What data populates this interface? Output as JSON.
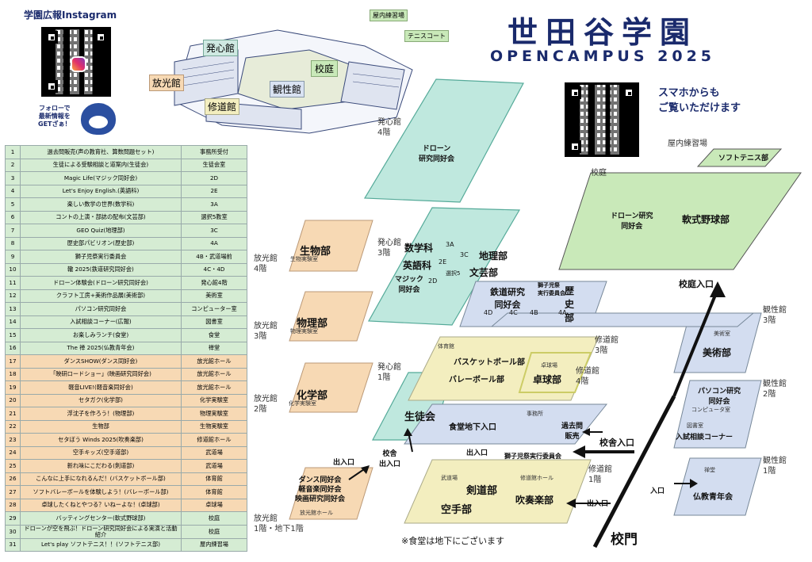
{
  "header": {
    "title": "世田谷学園",
    "subtitle": "OPENCAMPUS 2025",
    "instagram_label": "学園広報Instagram",
    "follow_text_1": "フォローで",
    "follow_text_2": "最新情報を",
    "follow_text_3": "GETざぁ！",
    "phone_text_1": "スマホからも",
    "phone_text_2": "ご覧いただけます"
  },
  "events": [
    {
      "no": "1",
      "name": "過去問販売(声の教育社、算数問題セット)",
      "place": "事務所受付"
    },
    {
      "no": "2",
      "name": "生徒による受験相談と道案内(生徒会)",
      "place": "生徒会室"
    },
    {
      "no": "3",
      "name": "Magic Life(マジック同好会)",
      "place": "2D"
    },
    {
      "no": "4",
      "name": "Let's Enjoy English.(英語科)",
      "place": "2E"
    },
    {
      "no": "5",
      "name": "楽しい数学の世界(数学科)",
      "place": "3A"
    },
    {
      "no": "6",
      "name": "コントの上演・部誌の配布(文芸部)",
      "place": "選択5教室"
    },
    {
      "no": "7",
      "name": "GEO Quiz(地理部)",
      "place": "3C"
    },
    {
      "no": "8",
      "name": "歴史部パビリオン(歴史部)",
      "place": "4A"
    },
    {
      "no": "9",
      "name": "獅子児祭実行委員会",
      "place": "4B・武道場前"
    },
    {
      "no": "10",
      "name": "轍 2025(鉄道研究同好会)",
      "place": "4C・4D"
    },
    {
      "no": "11",
      "name": "ドローン体験会(ドローン研究同好会)",
      "place": "発心館4階"
    },
    {
      "no": "12",
      "name": "クラフト工房+美術作品展(美術部)",
      "place": "美術室"
    },
    {
      "no": "13",
      "name": "パソコン研究同好会",
      "place": "コンピューター室"
    },
    {
      "no": "14",
      "name": "入試相談コーナー(広報)",
      "place": "図書室"
    },
    {
      "no": "15",
      "name": "お楽しみランチ(食堂)",
      "place": "食堂"
    },
    {
      "no": "16",
      "name": "The 禅 2025(仏教青年会)",
      "place": "禅堂"
    },
    {
      "no": "17",
      "name": "ダンスSHOW(ダンス同好会)",
      "place": "放光館ホール"
    },
    {
      "no": "18",
      "name": "「映研ロードショー」(映画研究同好会)",
      "place": "放光館ホール"
    },
    {
      "no": "19",
      "name": "軽音LIVE!(軽音楽同好会)",
      "place": "放光館ホール"
    },
    {
      "no": "20",
      "name": "セタガク(化学部)",
      "place": "化学実験室"
    },
    {
      "no": "21",
      "name": "浮沈子を作ろう！(物理部)",
      "place": "物理実験室"
    },
    {
      "no": "22",
      "name": "生物部",
      "place": "生物実験室"
    },
    {
      "no": "23",
      "name": "セタぼう Winds 2025(吹奏楽部)",
      "place": "修道館ホール"
    },
    {
      "no": "24",
      "name": "空手キッズ(空手道部)",
      "place": "武道場"
    },
    {
      "no": "25",
      "name": "新れ味にこだわる(剣道部)",
      "place": "武道場"
    },
    {
      "no": "26",
      "name": "こんなに上手になれるんだ！(バスケットボール部)",
      "place": "体育館"
    },
    {
      "no": "27",
      "name": "ソフトバレーボールを体験しよう！(バレーボール部)",
      "place": "体育館"
    },
    {
      "no": "28",
      "name": "卓球したくねとやつる？いねーよな！(卓球部)",
      "place": "卓球場"
    },
    {
      "no": "29",
      "name": "バッティングセンター(軟式野球部)",
      "place": "校庭"
    },
    {
      "no": "30",
      "name": "ドローンが空を飛ぶ！ドローン研究同好会による実演と活動紹介",
      "place": "校庭"
    },
    {
      "no": "31",
      "name": "Let's play ソフトテニス！！(ソフトテニス部)",
      "place": "屋内練習場"
    }
  ],
  "campus_labels": {
    "hosshin": "発心館",
    "houkou": "放光館",
    "shuudou": "修道館",
    "kousei": "観性館",
    "koutei": "校庭",
    "okunai": "屋内練習場",
    "tennis": "テニスコート"
  },
  "map": {
    "hosshin4": "発心館\n4階",
    "hosshin3": "発心館\n3階",
    "hosshin1": "発心館\n1階",
    "houkou4": "放光館\n4階",
    "houkou3": "放光館\n3階",
    "houkou2": "放光館\n2階",
    "houkou1": "放光館\n1階・地下1階",
    "shuudou3": "修道館\n3階",
    "shuudou4": "修道館\n4階",
    "shuudou1": "修道館\n1階",
    "kousei3": "観性館\n3階",
    "kousei2": "観性館\n2階",
    "kousei1": "観性館\n1階",
    "okunai": "屋内練習場",
    "softtennis": "ソフトテニス部",
    "koutei": "校庭",
    "drone_club": "ドローン研究\n同好会",
    "yakyuu": "軟式野球部",
    "koutei_entrance": "校庭入口",
    "drone_club2": "ドローン\n研究同好会",
    "math": "数学科",
    "english": "英語科",
    "magic": "マジック\n同好会",
    "chiri": "地理部",
    "bungei": "文芸部",
    "tetsudou": "鉄道研究\n同好会",
    "shishiji": "獅子児祭\n実行委員会",
    "rekishi": "歴史部",
    "r3a": "3A",
    "r2e": "2E",
    "r2d": "2D",
    "r3c": "3C",
    "sentaku5": "選択5",
    "r4d": "4D",
    "r4c": "4C",
    "r4b": "4B",
    "r4a": "4A",
    "seibutsu": "生物部",
    "seibutsu_room": "生物実験室",
    "butsuri": "物理部",
    "butsuri_room": "物理実験室",
    "kagaku": "化学部",
    "kagaku_room": "化学実験室",
    "taiikukan": "体育館",
    "basket": "バスケットボール部",
    "volley": "バレーボール部",
    "takkyuujou": "卓球場",
    "takkyuu": "卓球部",
    "seitokai": "生徒会",
    "shokudou": "食堂地下入口",
    "jimusho": "事務所",
    "kakomon": "過去問\n販売",
    "kousha_entrance": "校舎入口",
    "shishiji2": "獅子児祭実行委員会",
    "kousha_deiriguchi": "校舎\n出入口",
    "deiriguchi": "出入口",
    "dance": "ダンス同好会\n軽音楽同好会\n映画研究同好会",
    "houkou_hall": "放光館ホール",
    "budoujou": "武道場",
    "kendou": "剣道部",
    "karate": "空手部",
    "shuudou_hall": "修道館ホール",
    "suisou": "吹奏楽部",
    "bijutsu_room": "美術室",
    "bijutsu": "美術部",
    "pc_club": "パソコン研究\n同好会",
    "pc_room": "コンピュータ室",
    "toshoshitsu": "図書室",
    "nyuushi": "入試相談コーナー",
    "zendou": "禅堂",
    "bukkyou": "仏教青年会",
    "iriguchi": "入口",
    "iriguchi2": "入口",
    "koumon": "校門",
    "note": "※食堂は地下にございます"
  }
}
